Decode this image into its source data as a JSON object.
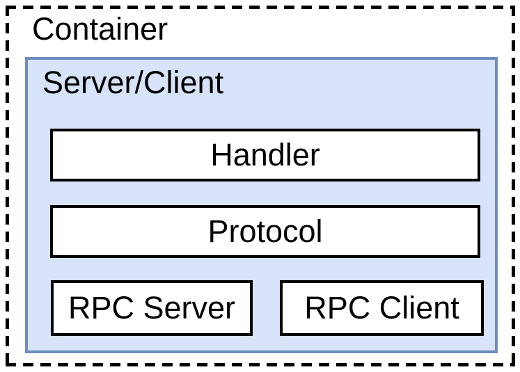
{
  "diagram": {
    "container": {
      "label": "Container"
    },
    "server_client": {
      "label": "Server/Client"
    },
    "nodes": {
      "handler": {
        "label": "Handler"
      },
      "protocol": {
        "label": "Protocol"
      },
      "rpc_server": {
        "label": "RPC Server"
      },
      "rpc_client": {
        "label": "RPC Client"
      }
    },
    "colors": {
      "background": "#FFFFFF",
      "dashed_border": "#000000",
      "group_fill": "#D7E3F8",
      "group_border": "#6C8EBF",
      "node_fill": "#FFFFFF",
      "node_border": "#000000",
      "text": "#000000"
    }
  }
}
